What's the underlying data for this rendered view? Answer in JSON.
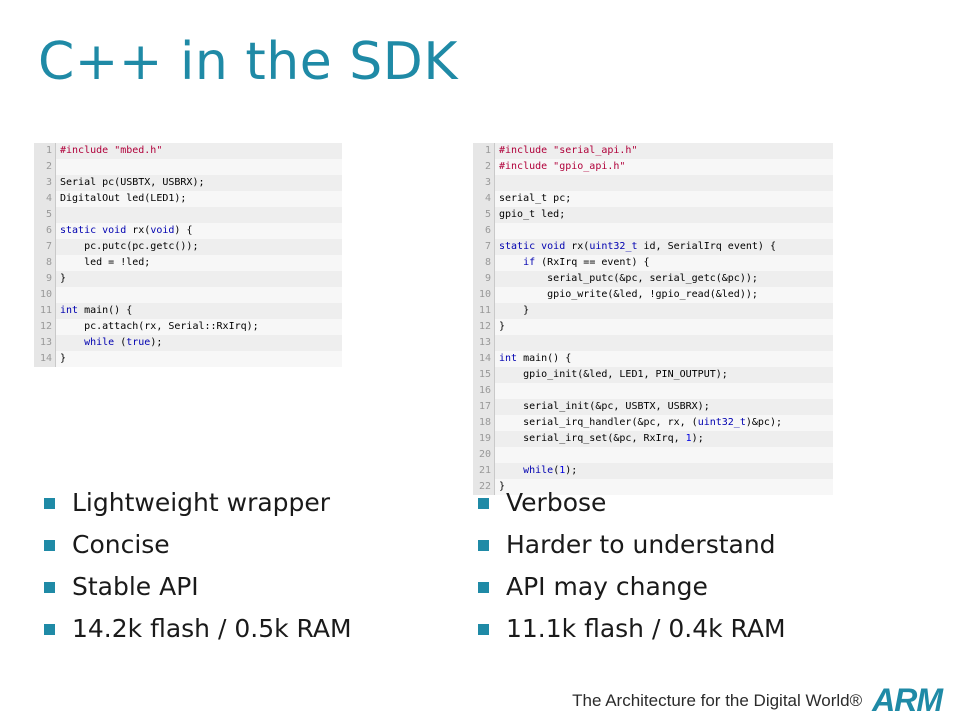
{
  "slide": {
    "title": "C++ in the SDK"
  },
  "code_left": [
    {
      "n": "1",
      "parts": [
        {
          "t": "#include ",
          "c": "str"
        },
        {
          "t": "\"mbed.h\"",
          "c": "str"
        }
      ]
    },
    {
      "n": "2",
      "parts": [
        {
          "t": "",
          "c": ""
        }
      ]
    },
    {
      "n": "3",
      "parts": [
        {
          "t": "Serial pc(USBTX, USBRX);",
          "c": ""
        }
      ]
    },
    {
      "n": "4",
      "parts": [
        {
          "t": "DigitalOut led(LED1);",
          "c": ""
        }
      ]
    },
    {
      "n": "5",
      "parts": [
        {
          "t": "",
          "c": ""
        }
      ]
    },
    {
      "n": "6",
      "parts": [
        {
          "t": "static void",
          "c": "kw"
        },
        {
          "t": " rx(",
          "c": ""
        },
        {
          "t": "void",
          "c": "kw"
        },
        {
          "t": ") {",
          "c": ""
        }
      ]
    },
    {
      "n": "7",
      "parts": [
        {
          "t": "    pc.putc(pc.getc());",
          "c": ""
        }
      ]
    },
    {
      "n": "8",
      "parts": [
        {
          "t": "    led = !led;",
          "c": ""
        }
      ]
    },
    {
      "n": "9",
      "parts": [
        {
          "t": "}",
          "c": ""
        }
      ]
    },
    {
      "n": "10",
      "parts": [
        {
          "t": "",
          "c": ""
        }
      ]
    },
    {
      "n": "11",
      "parts": [
        {
          "t": "int",
          "c": "kw"
        },
        {
          "t": " main() {",
          "c": ""
        }
      ]
    },
    {
      "n": "12",
      "parts": [
        {
          "t": "    pc.attach(rx, Serial::RxIrq);",
          "c": ""
        }
      ]
    },
    {
      "n": "13",
      "parts": [
        {
          "t": "    ",
          "c": ""
        },
        {
          "t": "while",
          "c": "kw"
        },
        {
          "t": " (",
          "c": ""
        },
        {
          "t": "true",
          "c": "kw"
        },
        {
          "t": ");",
          "c": ""
        }
      ]
    },
    {
      "n": "14",
      "parts": [
        {
          "t": "}",
          "c": ""
        }
      ]
    }
  ],
  "code_right": [
    {
      "n": "1",
      "parts": [
        {
          "t": "#include \"serial_api.h\"",
          "c": "str"
        }
      ]
    },
    {
      "n": "2",
      "parts": [
        {
          "t": "#include \"gpio_api.h\"",
          "c": "str"
        }
      ]
    },
    {
      "n": "3",
      "parts": [
        {
          "t": "",
          "c": ""
        }
      ]
    },
    {
      "n": "4",
      "parts": [
        {
          "t": "serial_t pc;",
          "c": ""
        }
      ]
    },
    {
      "n": "5",
      "parts": [
        {
          "t": "gpio_t led;",
          "c": ""
        }
      ]
    },
    {
      "n": "6",
      "parts": [
        {
          "t": "",
          "c": ""
        }
      ]
    },
    {
      "n": "7",
      "parts": [
        {
          "t": "static void",
          "c": "kw"
        },
        {
          "t": " rx(",
          "c": ""
        },
        {
          "t": "uint32_t",
          "c": "kw"
        },
        {
          "t": " id, SerialIrq event) {",
          "c": ""
        }
      ]
    },
    {
      "n": "8",
      "parts": [
        {
          "t": "    ",
          "c": ""
        },
        {
          "t": "if",
          "c": "kw"
        },
        {
          "t": " (RxIrq == event) {",
          "c": ""
        }
      ]
    },
    {
      "n": "9",
      "parts": [
        {
          "t": "        serial_putc(&pc, serial_getc(&pc));",
          "c": ""
        }
      ]
    },
    {
      "n": "10",
      "parts": [
        {
          "t": "        gpio_write(&led, !gpio_read(&led));",
          "c": ""
        }
      ]
    },
    {
      "n": "11",
      "parts": [
        {
          "t": "    }",
          "c": ""
        }
      ]
    },
    {
      "n": "12",
      "parts": [
        {
          "t": "}",
          "c": ""
        }
      ]
    },
    {
      "n": "13",
      "parts": [
        {
          "t": "",
          "c": ""
        }
      ]
    },
    {
      "n": "14",
      "parts": [
        {
          "t": "int",
          "c": "kw"
        },
        {
          "t": " main() {",
          "c": ""
        }
      ]
    },
    {
      "n": "15",
      "parts": [
        {
          "t": "    gpio_init(&led, LED1, PIN_OUTPUT);",
          "c": ""
        }
      ]
    },
    {
      "n": "16",
      "parts": [
        {
          "t": "",
          "c": ""
        }
      ]
    },
    {
      "n": "17",
      "parts": [
        {
          "t": "    serial_init(&pc, USBTX, USBRX);",
          "c": ""
        }
      ]
    },
    {
      "n": "18",
      "parts": [
        {
          "t": "    serial_irq_handler(&pc, rx, (",
          "c": ""
        },
        {
          "t": "uint32_t",
          "c": "kw"
        },
        {
          "t": ")&pc);",
          "c": ""
        }
      ]
    },
    {
      "n": "19",
      "parts": [
        {
          "t": "    serial_irq_set(&pc, RxIrq, ",
          "c": ""
        },
        {
          "t": "1",
          "c": "num"
        },
        {
          "t": ");",
          "c": ""
        }
      ]
    },
    {
      "n": "20",
      "parts": [
        {
          "t": "",
          "c": ""
        }
      ]
    },
    {
      "n": "21",
      "parts": [
        {
          "t": "    ",
          "c": ""
        },
        {
          "t": "while",
          "c": "kw"
        },
        {
          "t": "(",
          "c": ""
        },
        {
          "t": "1",
          "c": "num"
        },
        {
          "t": ");",
          "c": ""
        }
      ]
    },
    {
      "n": "22",
      "parts": [
        {
          "t": "}",
          "c": ""
        }
      ]
    }
  ],
  "bullets_left": [
    "Lightweight wrapper",
    "Concise",
    "Stable API",
    "14.2k flash / 0.5k RAM"
  ],
  "bullets_right": [
    "Verbose",
    "Harder to understand",
    "API may change",
    "11.1k flash / 0.4k RAM"
  ],
  "footer": {
    "tagline": "The Architecture for the Digital World®",
    "logo": "ARM"
  },
  "colors": {
    "accent": "#1f8aa6",
    "keyword": "#0000b0",
    "string": "#b0003a"
  }
}
